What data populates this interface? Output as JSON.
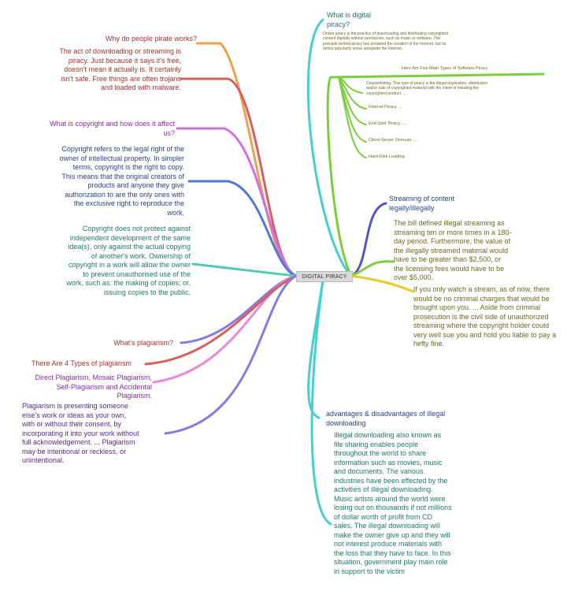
{
  "center": {
    "label": "DIGITAL PIRACY"
  },
  "left": {
    "why_pirate": {
      "title": "Why do people pirate works?",
      "body": "The act of downloading or streaming is piracy. Just because it says it's free, doesn't mean it actually is. It certainly isn't safe. Free things are often trojans and loaded with malware."
    },
    "copyright": {
      "title": "What is copyright and how does it affect us?",
      "body1": "Copyright refers to the legal right of the owner of intellectual property. In simpler terms, copyright is the right to copy. This means that the original creators of products and anyone they give authorization to are the only ones with the exclusive right to reproduce the work.",
      "body2": "Copyright does not protect against independent development of the same idea(s), only against the actual copying of another's work. Ownership of copyright in a work will allow the owner to prevent unauthorised use of the work, such as: the making of copies; or. issuing copies to the public."
    },
    "plagiarism": {
      "title": "What's plagiarism?",
      "types_title": "There Are 4 Types of plagiarism",
      "types_body": "Direct Plagiarism, Mosaic Plagiarism, Self-Plagiarism and Accidental Plagiarism.",
      "definition": "Plagiarism is presenting someone else's work or ideas as your own, with or without their consent, by incorporating it into your work without full acknowledgement. ... Plagiarism may be intentional or reckless, or unintentional."
    }
  },
  "right": {
    "what_is": {
      "title": "What is digital piracy?",
      "body": "Online piracy is the practice of downloading and distributing copyrighted content digitally without permission, such as music or software. The principle behind piracy has predated the creation of the Internet, but its online popularity arose alongside the Internet."
    },
    "types": {
      "title": "Here Are Five Main Types of Software Piracy",
      "counterfeiting": "Counterfeiting. This type of piracy is the illegal duplication, distribution and/or sale of copyrighted material with the intent of imitating the copyrighted product. ...",
      "items": [
        "Internet Piracy. ...",
        "End User Piracy. ...",
        "Client-Server Overuse. ...",
        "Hard-Disk Loading."
      ]
    },
    "streaming": {
      "title": "Streaming of content legally/illegally",
      "body1": "The bill defined illegal streaming as streaming ten or more times in a 180-day period. Furthermore, the value of the illegally streamed material would have to be greater than $2,500, or the licensing fees would have to be over $5,000.",
      "body2": "If you only watch a stream, as of now, there would be no criminal charges that would be brought upon you. ... Aside from criminal prosecution is the civil side of unauthorized streaming where the copyright holder could very well sue you and hold you liable to pay a hefty fine."
    },
    "adv": {
      "title": "advantages & disadvantages of illegal downloading",
      "body": "Illegal downloading also known as file sharing enables people throughout the world to share information such as movies, music and documents. The various industries have been effected by the activities of illegal downloading. Music artists around the world were losing out on thousands if not millions of dollar worth of profit from CD sales. The illegal downloading will make the owner give up and they will not interest produce materials with the loss that they have to face. In this situation, government play main role in support to the victim"
    }
  },
  "colors": {
    "orange": "#f0a04a",
    "red": "#d9605a",
    "magenta": "#cf6fe0",
    "blue": "#4f78d8",
    "teal": "#4fcab3",
    "purple": "#8a7ae0",
    "pink": "#e88ad6",
    "cyan": "#45d0d0",
    "green": "#7ccf3a",
    "gold": "#e6cc2a",
    "indigo": "#5555c8",
    "text_red": "#a8322e",
    "text_purple": "#8a2fa8",
    "text_navy": "#2a3f8c",
    "text_teal": "#1f7a6a",
    "text_plum": "#5a2a8c",
    "text_olive": "#6e6a20",
    "text_dteal": "#2d6e78"
  }
}
